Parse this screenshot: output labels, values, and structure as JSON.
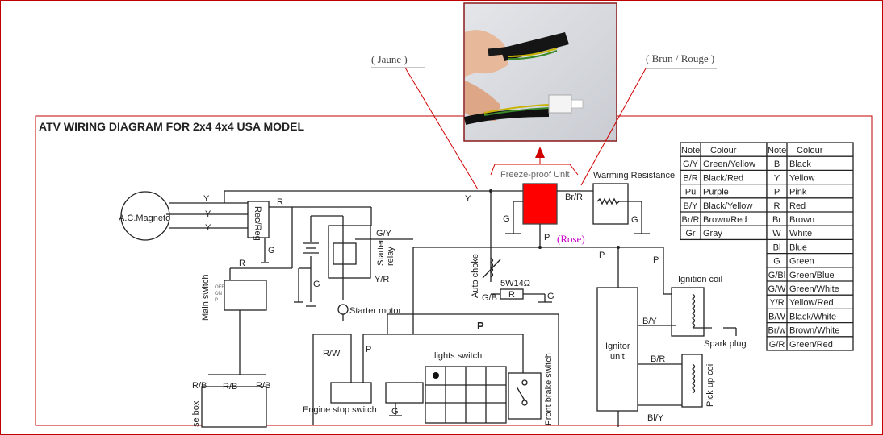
{
  "title": "ATV WIRING DIAGRAM FOR 2x4 4x4 USA MODEL",
  "annotations": {
    "jaune": "( Jaune )",
    "brun_rouge": "( Brun / Rouge  )",
    "rose": "(Rose)",
    "highlight_color": "#ff0000",
    "rose_color": "#cc00cc"
  },
  "components": {
    "magneto": "A.C.Magneto",
    "rec_reg": "Rec/Reg",
    "main_switch": "Main switch",
    "main_switch_positions": [
      "OFF",
      "ON",
      "P"
    ],
    "starter_relay": "Starter relay",
    "starter_relay_l1": "Starter",
    "starter_relay_l2": "relay",
    "starter_motor": "Starter motor",
    "freeze_unit": "Freeze-proof Unit",
    "warming_resistance": "Warming Resistance",
    "auto_choke": "Auto choke",
    "resistor_value": "5W14Ω",
    "resistor": "R",
    "ignition_coil": "Ignition coil",
    "spark_plug": "Spark plug",
    "ignitor_l1": "Ignitor",
    "ignitor_l2": "unit",
    "pickup_coil": "Pick up coil",
    "lights_switch": "lights switch",
    "front_brake_switch": "Front brake switch",
    "engine_stop_switch": "Engine stop switch",
    "fuse_box": "se box"
  },
  "wires": {
    "y1": "Y",
    "y2": "Y",
    "y3": "Y",
    "y_top": "Y",
    "r1": "R",
    "r2": "R",
    "g_recreg": "G",
    "g_batt": "G",
    "g_freeze": "G",
    "g_warm": "G",
    "g_choke": "G",
    "g_light": "G",
    "gy": "G/Y",
    "yr": "Y/R",
    "brr": "Br/R",
    "p_freeze": "P",
    "p1": "P",
    "p2": "P",
    "p_big": "P",
    "p_stop": "P",
    "gb": "G/B",
    "rw": "R/W",
    "by": "B/Y",
    "br": "B/R",
    "bly": "Bl/Y",
    "rb1": "R/B",
    "rb2": "R/B",
    "rb3": "R/B"
  },
  "colour_table_left": {
    "headers": [
      "Note",
      "Colour"
    ],
    "rows": [
      [
        "G/Y",
        "Green/Yellow"
      ],
      [
        "B/R",
        "Black/Red"
      ],
      [
        "Pu",
        "Purple"
      ],
      [
        "B/Y",
        "Black/Yellow"
      ],
      [
        "Br/R",
        "Brown/Red"
      ],
      [
        "Gr",
        "Gray"
      ]
    ]
  },
  "colour_table_right": {
    "headers": [
      "Note",
      "Colour"
    ],
    "rows": [
      [
        "B",
        "Black"
      ],
      [
        "Y",
        "Yellow"
      ],
      [
        "P",
        "Pink"
      ],
      [
        "R",
        "Red"
      ],
      [
        "Br",
        "Brown"
      ],
      [
        "W",
        "White"
      ],
      [
        "Bl",
        "Blue"
      ],
      [
        "G",
        "Green"
      ],
      [
        "G/Bl",
        "Green/Blue"
      ],
      [
        "G/W",
        "Green/White"
      ],
      [
        "Y/R",
        "Yellow/Red"
      ],
      [
        "B/W",
        "Black/White"
      ],
      [
        "Br/w",
        "Brown/White"
      ],
      [
        "G/R",
        "Green/Red"
      ]
    ]
  }
}
